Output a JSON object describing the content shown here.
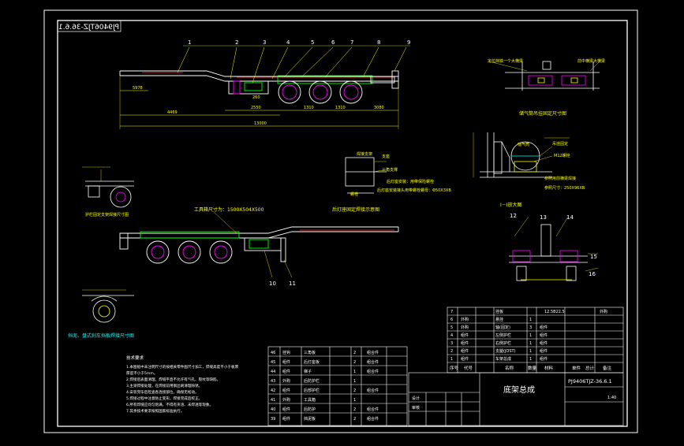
{
  "drawing": {
    "code_mirrored": "PJ9406TJZ-36.6.1",
    "balloons": [
      "1",
      "2",
      "3",
      "4",
      "5",
      "6",
      "7",
      "8",
      "9",
      "10",
      "11",
      "12",
      "13",
      "14",
      "15",
      "16"
    ],
    "dims_top": {
      "d1": "4469",
      "d2": "2550",
      "d3": "1310",
      "d4": "1310",
      "d5": "3080",
      "d6": "13000",
      "d7": "5978",
      "d8": "260"
    },
    "detail_air_tank": "储气筒吊挂固定尺寸图",
    "label_air_tank": "储气筒",
    "label_bracket": "吊挂固定",
    "label_m12": "M12螺栓",
    "label_ref_note": "参照用前横梁焊接",
    "label_ref_size": "参照尺寸：250X96XB",
    "label_i_i": "I－I放大图",
    "label_side_beam_left": "定位挡铁一个大横梁",
    "label_side_beam_right": "前中横梁大横梁",
    "label_tool_box": "工具箱尺寸为：1500X504X500",
    "label_rear_lamp": "后灯座固定焊接示意图",
    "label_bracket_top": "焊接支架",
    "label_support": "支座",
    "label_lamp_note": "后灯座安装：用带保险螺栓",
    "label_lamp_detail": "后灯座安装接头用带螺栓螺母：Φ50X3XB",
    "label_lamp_bolt": "螺栓",
    "label_three_tri": "三角支撑",
    "label_left_small": "护栏固定支架焊接尺寸图",
    "label_mudguard": "挡泥、盘式刹车挡板焊接尺寸图",
    "notes_title": "技术要求",
    "notes": [
      "1.本图纸中未注明尺寸的按相关零件图尺寸加工，焊缝高度不小于板厚",
      "   厚度不小于5mm。",
      "2.焊接后表面清理，焊缝平直不允许有气孔、裂纹等缺陷。",
      "3.主梁焊接处理，在焊接前用钢丝刷清理除锈。",
      "4.安装完毕后检查各连接部位，确保无松动。",
      "5.焊接过程中注意防止变形，焊接完成后校正。",
      "6.所有焊缝应均匀饱满，不得有夹渣、未焊透等现象。",
      "7.其余技术要求按照国家标准执行。"
    ],
    "bom_left": [
      {
        "no": "46",
        "name": "挂钩",
        "part": "三角板",
        "qty": "2",
        "mat": "组合件"
      },
      {
        "no": "45",
        "name": "组件",
        "part": "后灯座板",
        "qty": "2",
        "mat": "组合件"
      },
      {
        "no": "44",
        "name": "组件",
        "part": "梯子",
        "qty": "1",
        "mat": "组合件"
      },
      {
        "no": "43",
        "name": "外购",
        "part": "后防护栏",
        "qty": "1",
        "mat": ""
      },
      {
        "no": "42",
        "name": "组件",
        "part": "后部护栏",
        "qty": "2",
        "mat": "组合件"
      },
      {
        "no": "41",
        "name": "外购",
        "part": "工具箱",
        "qty": "1",
        "mat": ""
      },
      {
        "no": "40",
        "name": "组件",
        "part": "后防护",
        "qty": "2",
        "mat": "组合件"
      },
      {
        "no": "39",
        "name": "组件",
        "part": "挡泥板",
        "qty": "2",
        "mat": "组合件"
      }
    ],
    "bom_right": [
      {
        "no": "7",
        "name": "挂板",
        "part": "",
        "qty": "",
        "spec": "12.5B22.5",
        "remark": "外购"
      },
      {
        "no": "6",
        "name": "外购",
        "part": "悬挂",
        "qty": "1",
        "spec": "",
        "remark": ""
      },
      {
        "no": "5",
        "name": "外购",
        "part": "轴(固定)",
        "qty": "3",
        "spec": "组件",
        "remark": ""
      },
      {
        "no": "4",
        "name": "组件",
        "part": "左侧护栏",
        "qty": "1",
        "spec": "组件",
        "remark": ""
      },
      {
        "no": "3",
        "name": "组件",
        "part": "右侧护栏",
        "qty": "1",
        "spec": "组件",
        "remark": ""
      },
      {
        "no": "2",
        "name": "组件",
        "part": "支腿(JOST)",
        "qty": "1",
        "spec": "组件",
        "remark": ""
      },
      {
        "no": "1",
        "name": "组件",
        "part": "车架总成",
        "qty": "1",
        "spec": "组件",
        "remark": ""
      }
    ],
    "bom_header": [
      "序号",
      "代号",
      "名称",
      "数量",
      "材料",
      "单件",
      "总计",
      "备注"
    ],
    "title_block": {
      "title": "底架总成",
      "code": "PJ9406TJZ-36.6.1",
      "scale": "1:40",
      "designer": "设计",
      "checker": "审核"
    }
  }
}
